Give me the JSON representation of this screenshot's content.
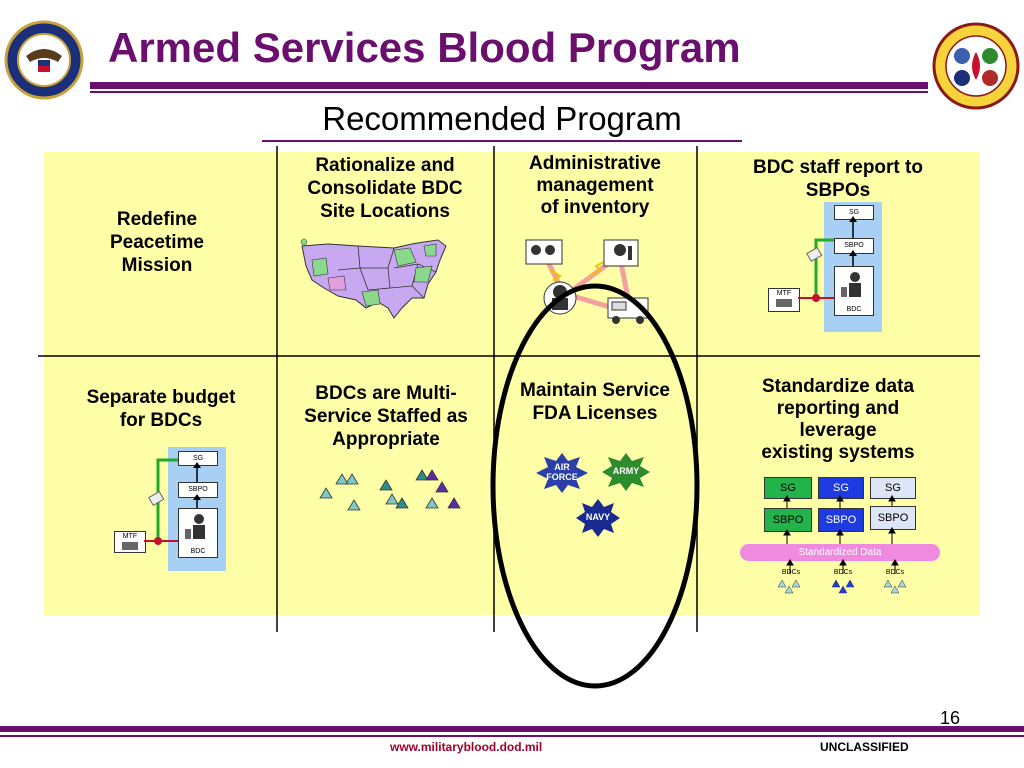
{
  "header": {
    "title": "Armed Services Blood Program",
    "subtitle": "Recommended Program"
  },
  "logos": {
    "left": "Department of Defense seal",
    "right": "Armed Services Blood Program seal"
  },
  "cells": {
    "r1c1": [
      "Redefine",
      "Peacetime",
      "Mission"
    ],
    "r1c2": [
      "Rationalize and",
      "Consolidate BDC",
      "Site Locations"
    ],
    "r1c3": [
      "Administrative",
      "management",
      "of inventory"
    ],
    "r1c4": [
      "BDC staff report to",
      "SBPOs"
    ],
    "r2c1": [
      "Separate budget",
      "for BDCs"
    ],
    "r2c2": [
      "BDCs are Multi-",
      "Service Staffed as",
      "Appropriate"
    ],
    "r2c3": [
      "Maintain Service",
      "FDA Licenses"
    ],
    "r2c4": [
      "Standardize data",
      "reporting and",
      "leverage",
      "existing systems"
    ]
  },
  "org_diagram": {
    "sg": "SG",
    "sbpo": "SBPO",
    "bdc": "BDC",
    "mtf": "MTF"
  },
  "badges": {
    "air_force": [
      "AIR",
      "FORCE"
    ],
    "army": "ARMY",
    "navy": "NAVY"
  },
  "std_diagram": {
    "sg": [
      "SG",
      "SG",
      "SG"
    ],
    "sbpo": [
      "SBPO",
      "SBPO",
      "SBPO"
    ],
    "bar": "Standardized Data",
    "bdcs": [
      "BDCs",
      "BDCs",
      "BDCs"
    ]
  },
  "colors": {
    "title": "#6a0f6e",
    "cell_bg": "#ffffa8",
    "org_panel": "#a8d0f4",
    "green_box": "#22b44a",
    "blue_box": "#1d3be0",
    "std_bar": "#f08ae0",
    "air_force": "#2a3fa8",
    "army": "#2e8c2e",
    "navy": "#1a2b90",
    "url": "#a0002a"
  },
  "footer": {
    "page": "16",
    "url": "www.militaryblood.dod.mil",
    "classification": "UNCLASSIFIED"
  }
}
